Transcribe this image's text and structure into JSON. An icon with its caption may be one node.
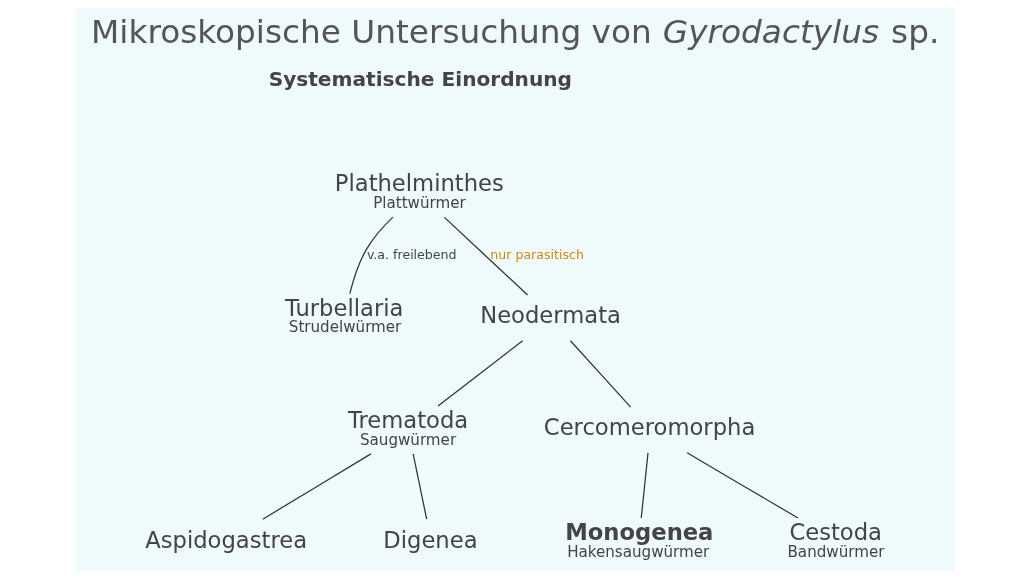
{
  "diagram": {
    "title": "Mikroskopische Untersuchung von *Gyrodactylus* sp.",
    "nodes": [
      {
        "text": [
          "Plathelminthes",
          "Plattwürmer"
        ]
      },
      {
        "text": [
          "Turbellaria",
          "Strudelwürmer"
        ]
      },
      {
        "text": [
          "Neodermata"
        ]
      },
      {
        "text": [
          "Trematoda",
          "Saugwürmer"
        ]
      },
      {
        "text": [
          "Cercomeromorpha"
        ]
      },
      {
        "text": [
          "Aspidogastrea"
        ]
      },
      {
        "text": [
          "Digenea"
        ]
      },
      {
        "text": [
          "Monogenea",
          "Hakensaugwürmer"
        ]
      },
      {
        "text": [
          "Cestoda",
          "Bandwürmer"
        ]
      }
    ],
    "edges": [
      {
        "from": 0,
        "to": 1,
        "arrow": "none",
        "label": "v.a. freilebend"
      },
      {
        "from": 0,
        "to": 2,
        "arrow": "none",
        "label": "nur parasitisch"
      },
      {
        "from": 2,
        "to": 3,
        "arrow": "none"
      },
      {
        "from": 2,
        "to": 4,
        "arrow": "none"
      },
      {
        "from": 3,
        "to": 5,
        "arrow": "none"
      },
      {
        "from": 3,
        "to": 6,
        "arrow": "none"
      },
      {
        "from": 4,
        "to": 7,
        "arrow": "none"
      },
      {
        "from": 4,
        "to": 8,
        "arrow": "none"
      }
    ],
    "labels": [
      "Systematische Einordnung"
    ]
  }
}
